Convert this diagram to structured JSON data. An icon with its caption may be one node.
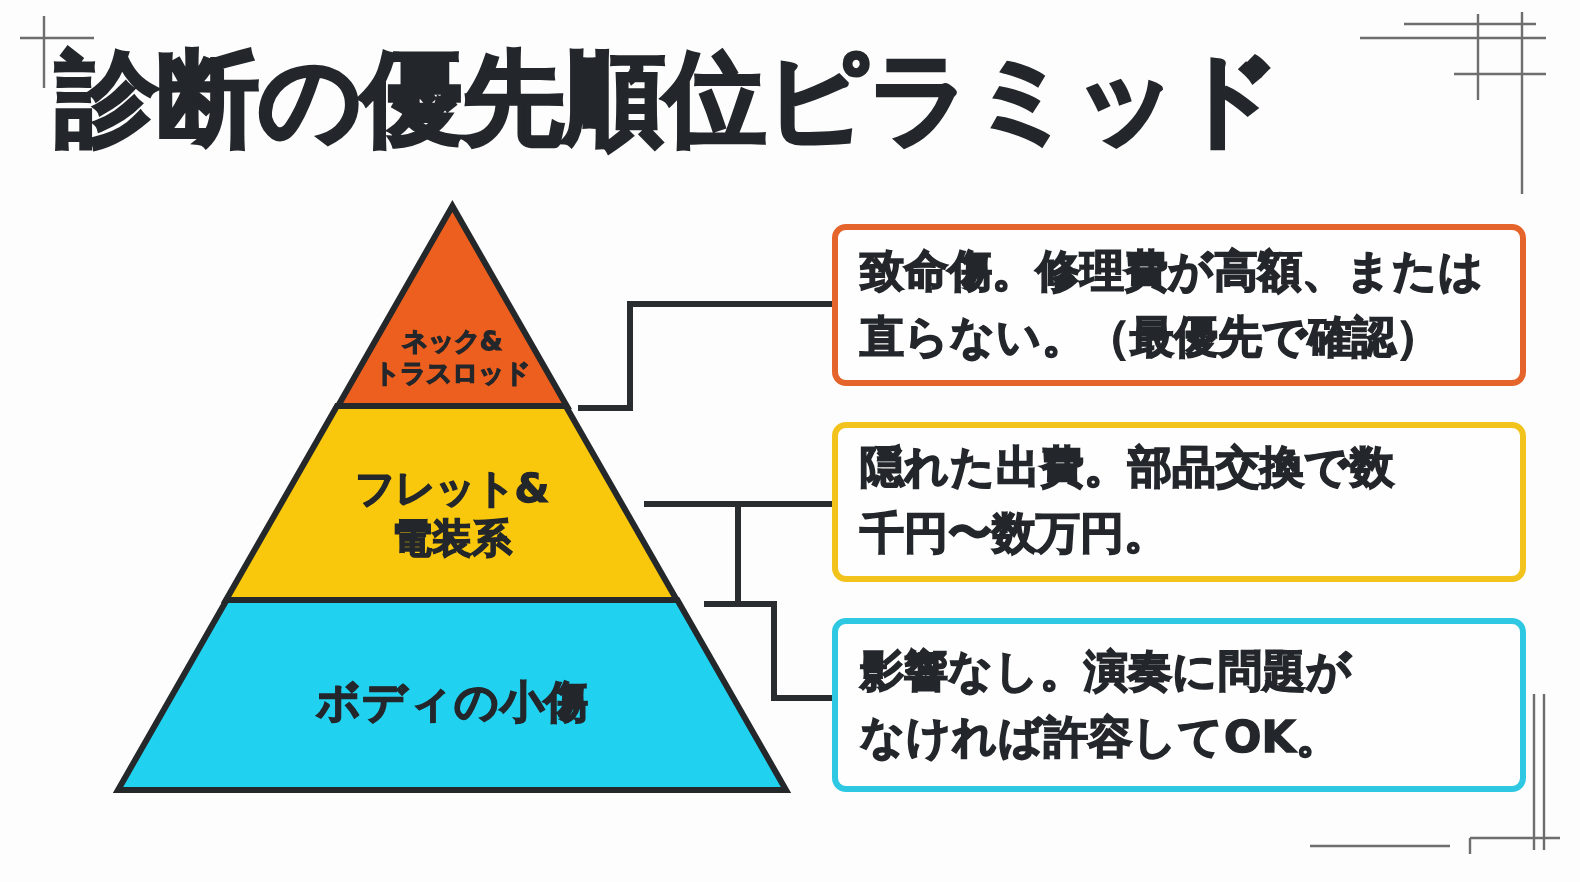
{
  "diagram": {
    "title": "診断の優先順位ピラミッド",
    "nodes": [
      {
        "text": [
          "ネック&トラスロッド"
        ]
      },
      {
        "text": [
          "フレット&電装系"
        ]
      },
      {
        "text": [
          "ボディの小傷"
        ]
      },
      {
        "text": [
          "致命傷。修理費が高額、または直らない。（最優先で確認）"
        ]
      },
      {
        "text": [
          "隠れた出費。部品交換で数千円〜数万円。"
        ]
      },
      {
        "text": [
          "影響なし。演奏に問題がなければ許容してOK。"
        ]
      }
    ],
    "edges": [
      {
        "from": 0,
        "to": 3,
        "arrow": "none"
      },
      {
        "from": 1,
        "to": 4,
        "arrow": "none"
      },
      {
        "from": 2,
        "to": 5,
        "arrow": "none"
      },
      {
        "from": 1,
        "to": 5,
        "arrow": "none"
      }
    ]
  }
}
